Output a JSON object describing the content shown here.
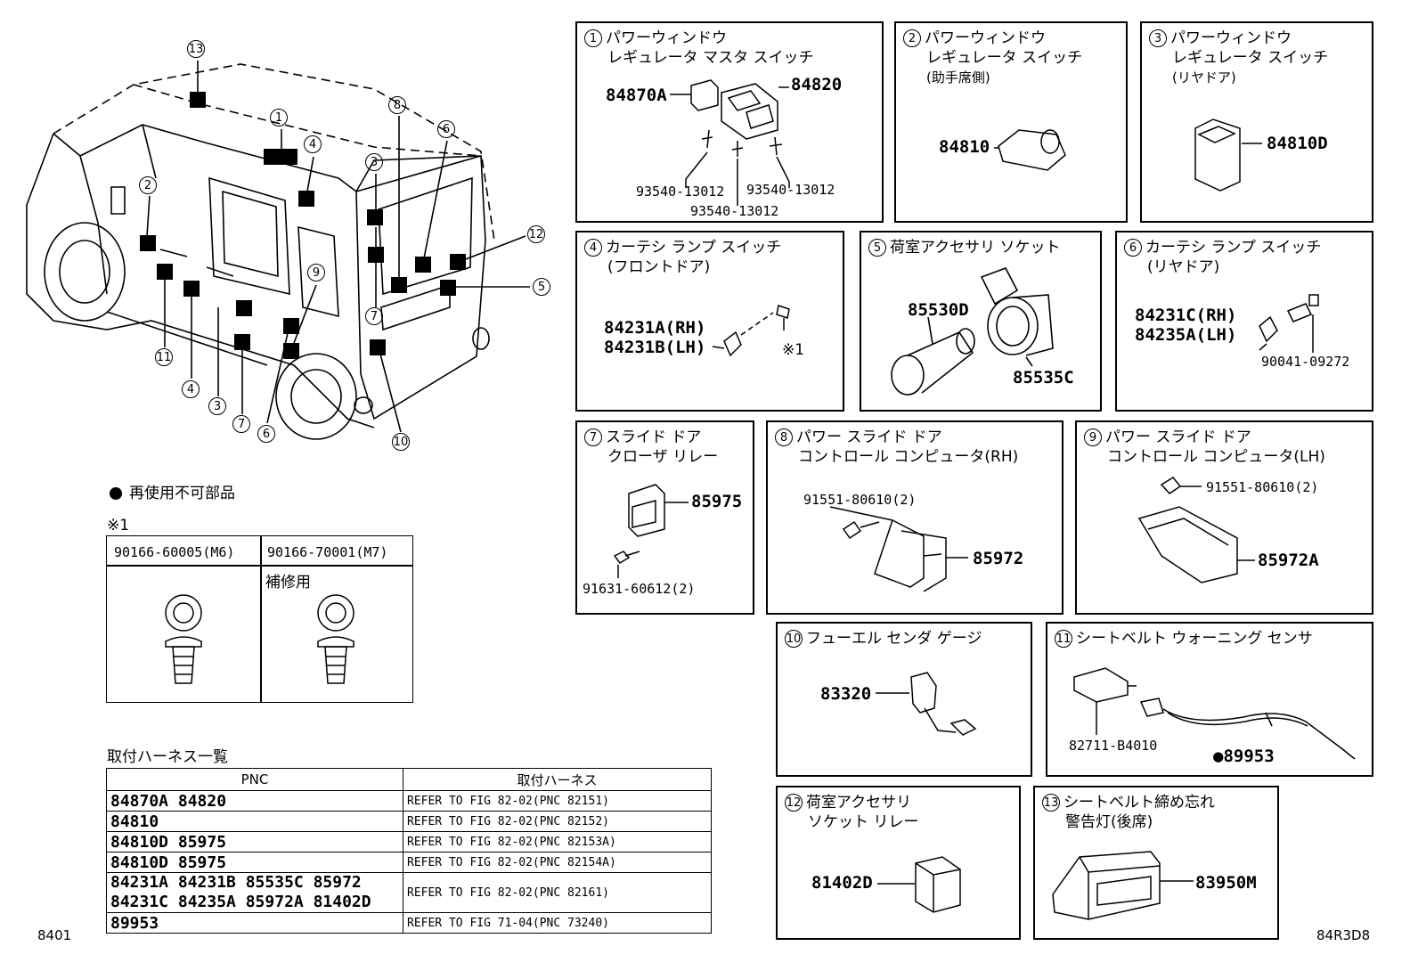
{
  "overview": {
    "callouts": [
      "13",
      "1",
      "4",
      "8",
      "6",
      "3",
      "2",
      "12",
      "5",
      "9",
      "7",
      "11",
      "4",
      "3",
      "7",
      "6",
      "10"
    ],
    "legend_dot_label": "再使用不可部品",
    "note_mark": "※1"
  },
  "bolt_table": {
    "col1": "90166-60005(M6)",
    "col2": "90166-70001(M7)",
    "col2_note": "補修用"
  },
  "harness": {
    "title": "取付ハーネス一覧",
    "head_pnc": "PNC",
    "head_harness": "取付ハーネス",
    "rows": [
      {
        "pnc": "84870A 84820",
        "ref": "REFER TO FIG 82-02(PNC 82151)"
      },
      {
        "pnc": "84810",
        "ref": "REFER TO FIG 82-02(PNC 82152)"
      },
      {
        "pnc": "84810D 85975",
        "ref": "REFER TO FIG 82-02(PNC 82153A)"
      },
      {
        "pnc": "84810D 85975",
        "ref": "REFER TO FIG 82-02(PNC 82154A)"
      },
      {
        "pnc": "84231A 84231B 85535C 85972",
        "pnc2": "84231C 84235A 85972A 81402D",
        "ref": "REFER TO FIG 82-02(PNC 82161)"
      },
      {
        "pnc": "89953",
        "ref": "REFER TO FIG 71-04(PNC 73240)"
      }
    ]
  },
  "footer": {
    "left": "8401",
    "right": "84R3D8"
  },
  "panels": {
    "p1": {
      "num": "1",
      "title": "パワーウィンドウ",
      "sub": "レギュレータ マスタ スイッチ",
      "parts": [
        "84870A",
        "84820",
        "93540-13012",
        "93540-13012",
        "93540-13012"
      ]
    },
    "p2": {
      "num": "2",
      "title": "パワーウィンドウ",
      "sub": "レギュレータ スイッチ",
      "sub2": "(助手席側)",
      "parts": [
        "84810"
      ]
    },
    "p3": {
      "num": "3",
      "title": "パワーウィンドウ",
      "sub": "レギュレータ スイッチ",
      "sub2": "(リヤドア)",
      "parts": [
        "84810D"
      ]
    },
    "p4": {
      "num": "4",
      "title": "カーテシ ランプ スイッチ",
      "sub": "(フロントドア)",
      "parts": [
        "84231A(RH)",
        "84231B(LH)",
        "※1"
      ]
    },
    "p5": {
      "num": "5",
      "title": "荷室アクセサリ ソケット",
      "parts": [
        "85530D",
        "85535C"
      ]
    },
    "p6": {
      "num": "6",
      "title": "カーテシ ランプ スイッチ",
      "sub": "(リヤドア)",
      "parts": [
        "84231C(RH)",
        "84235A(LH)",
        "90041-09272"
      ]
    },
    "p7": {
      "num": "7",
      "title": "スライド ドア",
      "sub": "クローザ リレー",
      "parts": [
        "85975",
        "91631-60612(2)"
      ]
    },
    "p8": {
      "num": "8",
      "title": "パワー スライド ドア",
      "sub": "コントロール コンピュータ(RH)",
      "parts": [
        "91551-80610(2)",
        "85972"
      ]
    },
    "p9": {
      "num": "9",
      "title": "パワー スライド ドア",
      "sub": "コントロール コンピュータ(LH)",
      "parts": [
        "91551-80610(2)",
        "85972A"
      ]
    },
    "p10": {
      "num": "10",
      "title": "フューエル センダ ゲージ",
      "parts": [
        "83320"
      ]
    },
    "p11": {
      "num": "11",
      "title": "シートベルト ウォーニング センサ",
      "parts": [
        "82711-B4010",
        "●89953"
      ]
    },
    "p12": {
      "num": "12",
      "title": "荷室アクセサリ",
      "sub": "ソケット リレー",
      "parts": [
        "81402D"
      ]
    },
    "p13": {
      "num": "13",
      "title": "シートベルト締め忘れ",
      "sub": "警告灯(後席)",
      "parts": [
        "83950M"
      ]
    }
  }
}
